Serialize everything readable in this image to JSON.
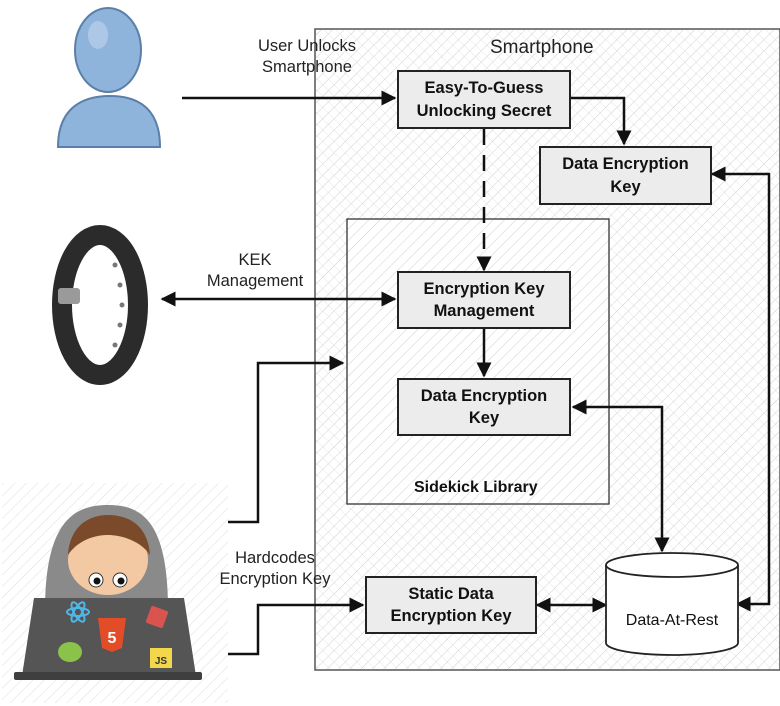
{
  "smartphone": {
    "title": "Smartphone"
  },
  "sidekick": {
    "title": "Sidekick Library"
  },
  "boxes": {
    "unlock_secret": "Easy-To-Guess\nUnlocking Secret",
    "dek_top": "Data Encryption\nKey",
    "key_mgmt": "Encryption Key\nManagement",
    "dek_inner": "Data Encryption\nKey",
    "static_dek": "Static Data\nEncryption Key"
  },
  "storage": {
    "label": "Data-At-Rest"
  },
  "edge_labels": {
    "user_unlocks": "User Unlocks\nSmartphone",
    "kek_mgmt": "KEK\nManagement",
    "hardcodes": "Hardcodes\nEncryption Key"
  },
  "icons": [
    "user-icon",
    "fitness-band-icon",
    "developer-laptop-icon"
  ],
  "laptop_badges": {
    "html": "5",
    "js": "JS"
  },
  "colors": {
    "user_fill": "#8fb4dc",
    "band": "#2b2b2b",
    "laptop": "#555555",
    "hood": "#8a8a8a"
  }
}
